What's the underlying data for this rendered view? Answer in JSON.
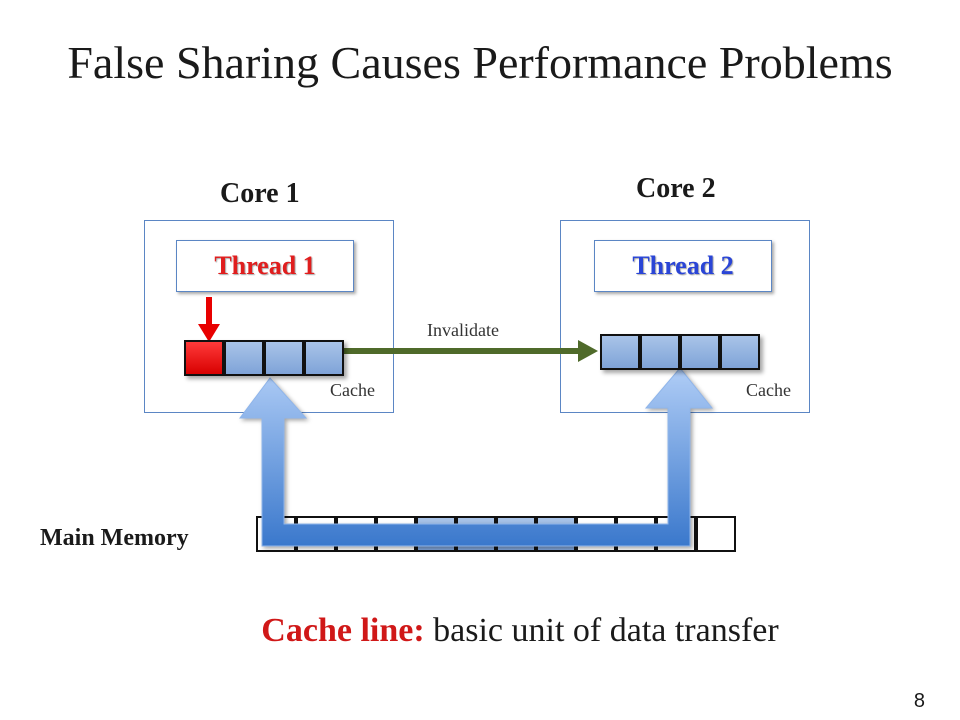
{
  "title": "False Sharing Causes Performance Problems",
  "core1": {
    "label": "Core 1",
    "thread_label": "Thread 1",
    "cache_label": "Cache"
  },
  "core2": {
    "label": "Core 2",
    "thread_label": "Thread 2",
    "cache_label": "Cache"
  },
  "invalidate_label": "Invalidate",
  "main_memory_label": "Main Memory",
  "footer": {
    "term": "Cache line:",
    "definition": "basic unit of data transfer"
  },
  "page_number": "8",
  "colors": {
    "thread1": "#e01e1e",
    "thread2": "#2a45d6",
    "box_border": "#5b86c4",
    "invalidate_arrow": "#4f6a2a",
    "cell_fill": "#8fb0e0",
    "modified_cell": "#e80000"
  }
}
